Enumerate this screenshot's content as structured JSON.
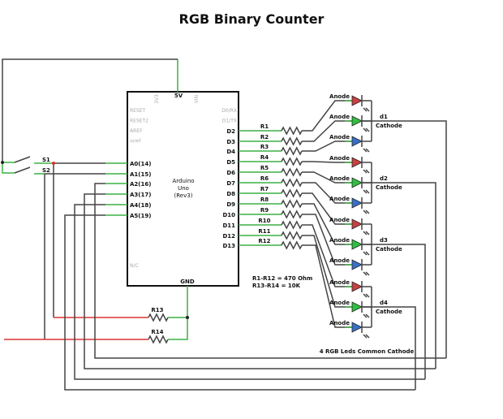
{
  "title": "RGB Binary Counter",
  "arduino": {
    "name_line1": "Arduino",
    "name_line2": "Uno",
    "name_line3": "(Rev3)",
    "top_pins": [
      "3V3",
      "5V",
      "VIN"
    ],
    "left_gray_pins": [
      "RESET",
      "RESET2",
      "AREF",
      "ioref"
    ],
    "analog_pins": [
      "A0(14)",
      "A1(15)",
      "A2(16)",
      "A3(17)",
      "A4(18)",
      "A5(19)"
    ],
    "nc_label": "N/C",
    "right_gray_pins": [
      "D0/RX",
      "D1/TX"
    ],
    "digital_pins": [
      "D2",
      "D3",
      "D4",
      "D5",
      "D6",
      "D7",
      "D8",
      "D9",
      "D10",
      "D11",
      "D12",
      "D13"
    ],
    "gnd_label": "GND"
  },
  "resistors": [
    "R1",
    "R2",
    "R3",
    "R4",
    "R5",
    "R6",
    "R7",
    "R8",
    "R9",
    "R10",
    "R11",
    "R12"
  ],
  "pulldowns": [
    "R13",
    "R14"
  ],
  "switches": [
    "S1",
    "S2"
  ],
  "resistor_note_1": "R1-R12 = 470 Ohm",
  "resistor_note_2": "R13-R14 = 10K",
  "leds": [
    {
      "name": "d1",
      "cathode_label": "Cathode"
    },
    {
      "name": "d2",
      "cathode_label": "Cathode"
    },
    {
      "name": "d3",
      "cathode_label": "Cathode"
    },
    {
      "name": "d4",
      "cathode_label": "Cathode"
    }
  ],
  "anode_label": "Anode",
  "led_colors": [
    "#c84040",
    "#30c040",
    "#3a6fc8"
  ],
  "led_note": "4 RGB Leds Common Cathode"
}
